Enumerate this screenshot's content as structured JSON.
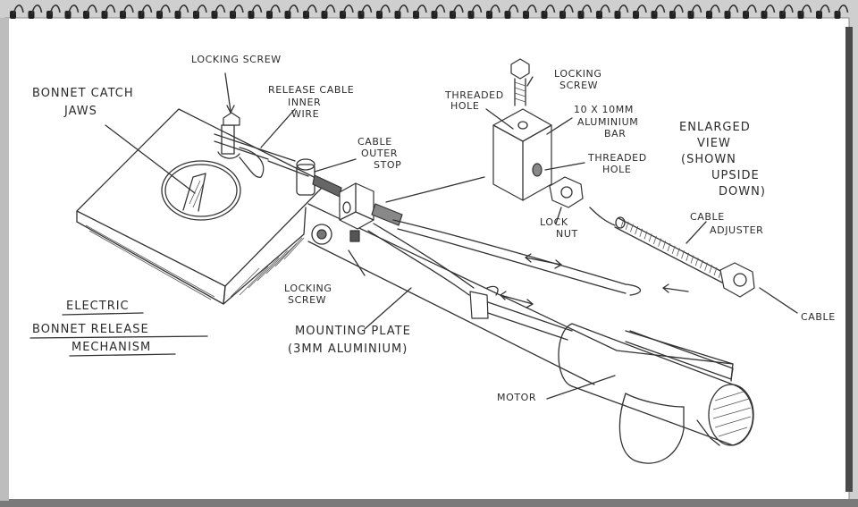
{
  "labels": {
    "locking_screw_top": "LOCKING SCREW",
    "bonnet_catch_jaws_1": "BONNET CATCH",
    "bonnet_catch_jaws_2": "JAWS",
    "release_cable_1": "RELEASE CABLE",
    "release_cable_2": "INNER",
    "release_cable_3": "WIRE",
    "cable_outer_stop_1": "CABLE",
    "cable_outer_stop_2": "OUTER",
    "cable_outer_stop_3": "STOP",
    "locking_screw_bar_1": "LOCKING",
    "locking_screw_bar_2": "SCREW",
    "threaded_hole_1_1": "THREADED",
    "threaded_hole_1_2": "HOLE",
    "aluminium_bar_1": "10 X 10MM",
    "aluminium_bar_2": "ALUMINIUM",
    "aluminium_bar_3": "BAR",
    "threaded_hole_2_1": "THREADED",
    "threaded_hole_2_2": "HOLE",
    "enlarged_view_1": "ENLARGED",
    "enlarged_view_2": "VIEW",
    "enlarged_view_3": "(SHOWN",
    "enlarged_view_4": "UPSIDE",
    "enlarged_view_5": "DOWN)",
    "lock_nut_1": "LOCK",
    "lock_nut_2": "NUT",
    "cable_adjuster_1": "CABLE",
    "cable_adjuster_2": "ADJUSTER",
    "cable": "CABLE",
    "locking_screw_low_1": "LOCKING",
    "locking_screw_low_2": "SCREW",
    "mounting_plate_1": "MOUNTING PLATE",
    "mounting_plate_2": "(3MM ALUMINIUM)",
    "motor": "MOTOR",
    "title_1": "ELECTRIC",
    "title_2": "BONNET RELEASE",
    "title_3": "MECHANISM"
  },
  "colors": {
    "paper": "#ffffff",
    "background": "#cfcfcf",
    "ink": "#333333",
    "spiral": "#222222"
  }
}
